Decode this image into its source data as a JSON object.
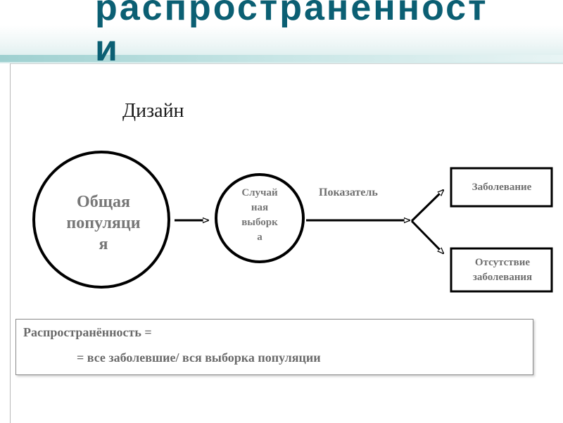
{
  "slide": {
    "title": "распространённост и",
    "title_line1": "распространённост",
    "title_line2": "и",
    "design_label": "Дизайн"
  },
  "diagram": {
    "population": {
      "line1": "Общая",
      "line2": "популяци",
      "line3": "я"
    },
    "sample": {
      "line1": "Случай",
      "line2": "ная",
      "line3": "выборк",
      "line4": "а"
    },
    "exposure_label": "Показатель",
    "outcome_disease": "Заболевание",
    "outcome_no_disease": {
      "line1": "Отсутствие",
      "line2": "заболевания"
    }
  },
  "formula": {
    "line1": "Распространённость =",
    "line2": "=  все заболевшие/ вся выборка популяции"
  },
  "colors": {
    "title": "#0b5f73",
    "stripe": "#9ed0d0",
    "node_text": "#777777",
    "stroke": "#000000"
  }
}
